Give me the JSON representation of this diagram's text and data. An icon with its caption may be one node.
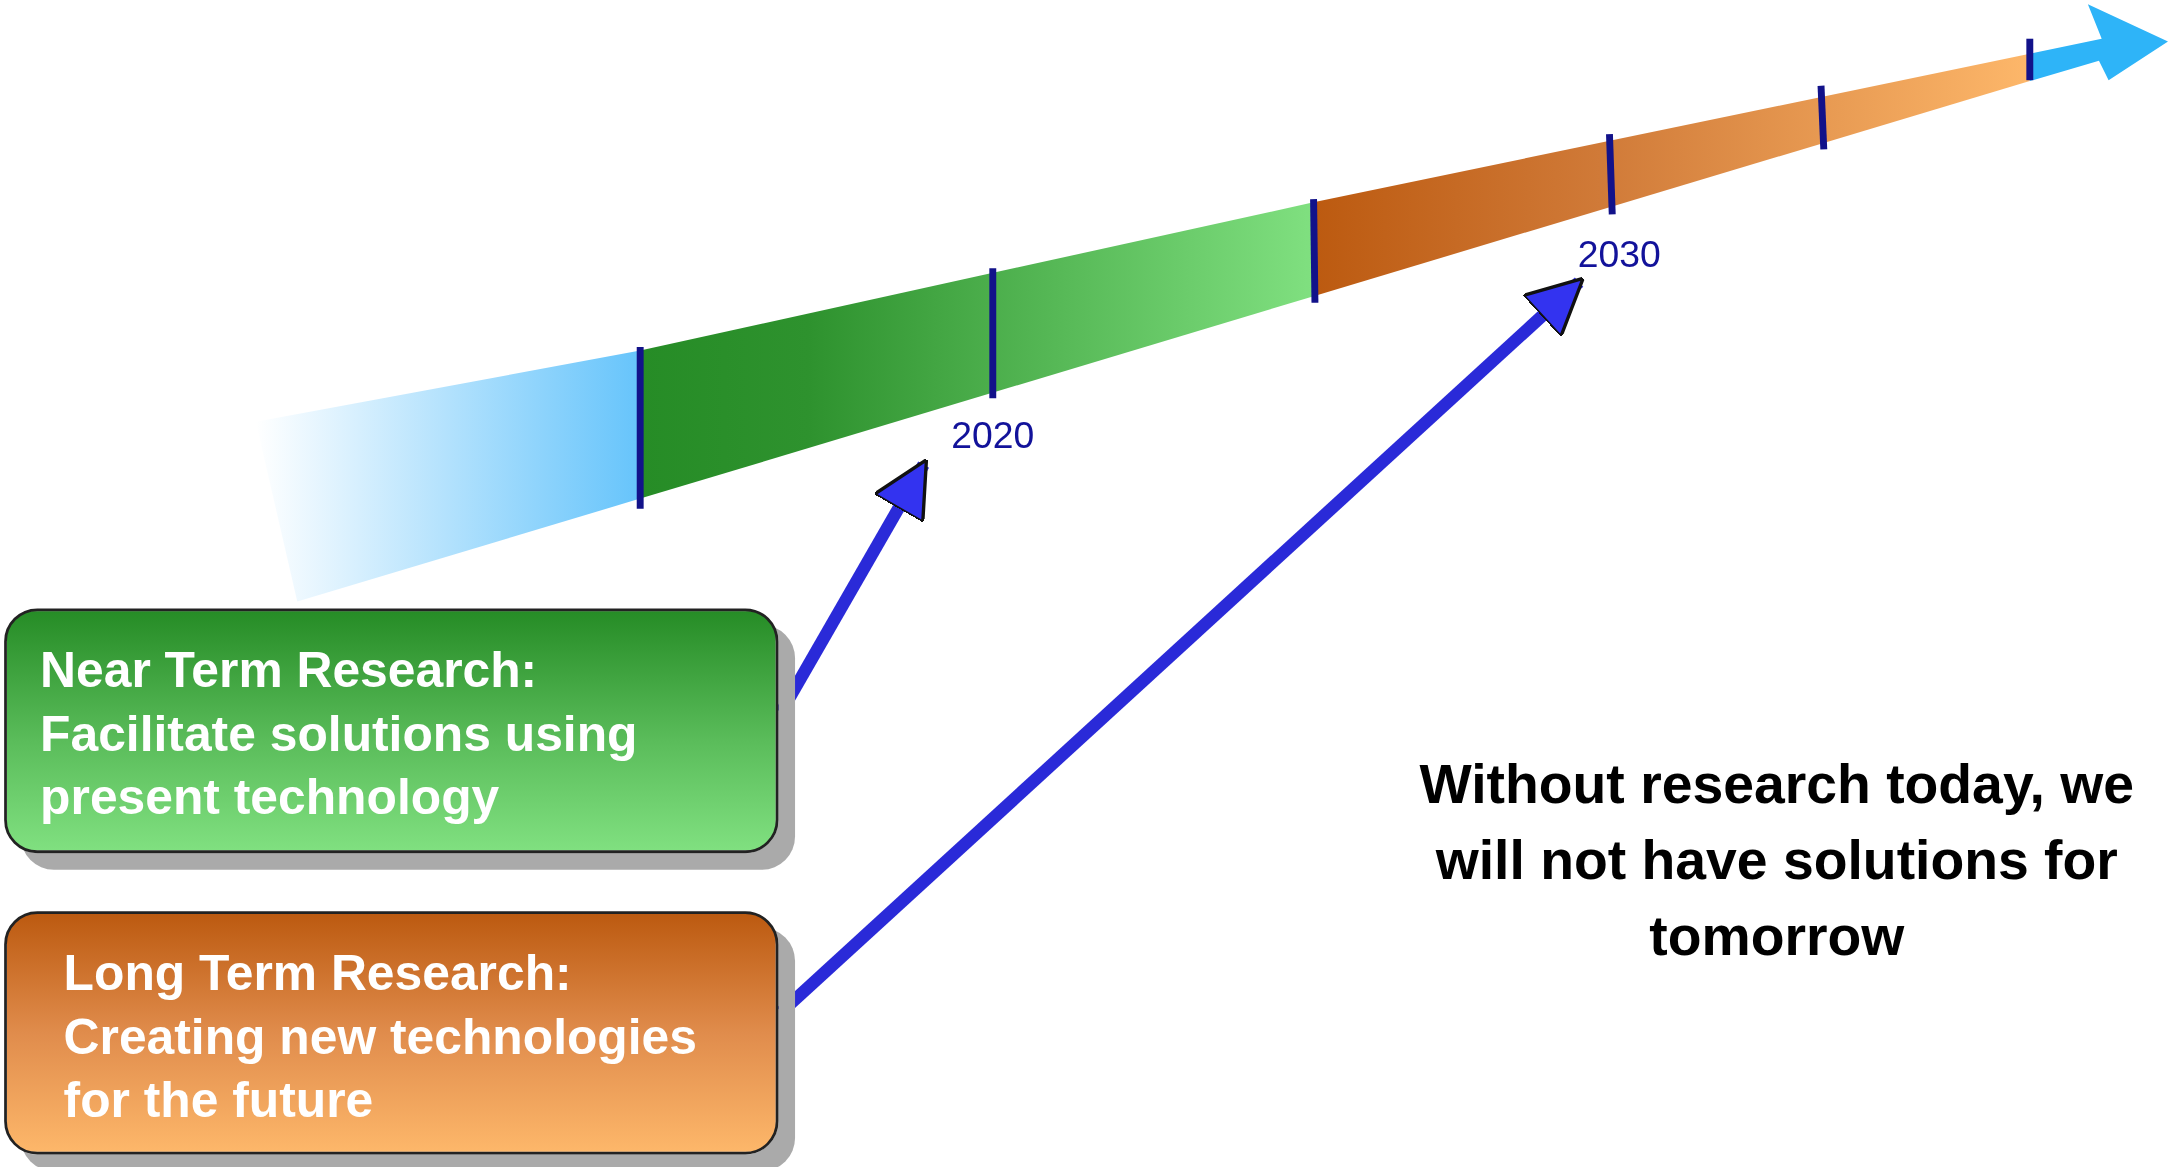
{
  "diagram": {
    "nodes": [
      {
        "text": [
          "Near Term Research:",
          "Facilitate solutions using present technology"
        ]
      },
      {
        "text": [
          "Long Term Research:",
          "Creating new technologies for the future"
        ]
      },
      {
        "text": [
          "2020"
        ]
      },
      {
        "text": [
          "2030"
        ]
      }
    ],
    "edges": [
      {
        "from": 0,
        "to": 2,
        "arrow": "to"
      },
      {
        "from": 1,
        "to": 3,
        "arrow": "to"
      }
    ],
    "labels": [
      "Without research today, we will not have solutions for tomorrow"
    ]
  }
}
